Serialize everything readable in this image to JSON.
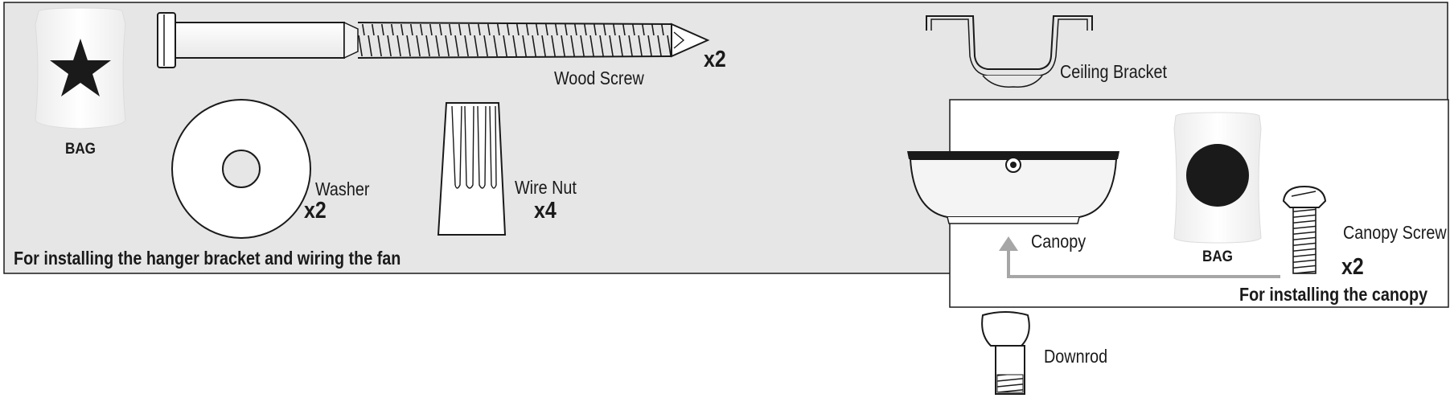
{
  "hardware_bag": {
    "bag_label": "BAG",
    "caption": "For installing the hanger bracket and wiring the fan",
    "parts": {
      "wood_screw": {
        "label": "Wood Screw",
        "qty": "x2"
      },
      "washer": {
        "label": "Washer",
        "qty": "x2"
      },
      "wire_nut": {
        "label": "Wire Nut",
        "qty": "x4"
      }
    }
  },
  "ceiling_bracket": {
    "label": "Ceiling Bracket"
  },
  "canopy_bag": {
    "bag_label": "BAG",
    "caption": "For installing the canopy",
    "parts": {
      "canopy": {
        "label": "Canopy"
      },
      "canopy_screw": {
        "label": "Canopy Screw",
        "qty": "x2"
      }
    }
  },
  "downrod": {
    "label": "Downrod"
  },
  "colors": {
    "panel_fill": "#e6e6e6",
    "outline": "#1a1a1a",
    "arrow": "#a6a6a6"
  },
  "icons": [
    "star-icon",
    "circle-icon",
    "arrow-icon"
  ]
}
